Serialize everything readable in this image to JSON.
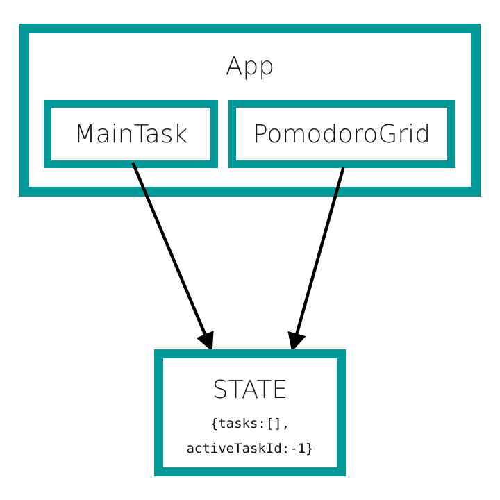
{
  "diagram": {
    "container": {
      "label": "App"
    },
    "children": [
      {
        "id": "maintask",
        "label": "MainTask"
      },
      {
        "id": "pomodorogrid",
        "label": "PomodoroGrid"
      }
    ],
    "state": {
      "title": "STATE",
      "lines": [
        "{tasks:[],",
        "activeTaskId:-1}"
      ]
    },
    "edges": [
      {
        "from": "MainTask",
        "to": "STATE"
      },
      {
        "from": "PomodoroGrid",
        "to": "STATE"
      }
    ],
    "colors": {
      "border": "#009999",
      "arrow": "#000000",
      "text": "#111111",
      "background": "#ffffff"
    }
  }
}
